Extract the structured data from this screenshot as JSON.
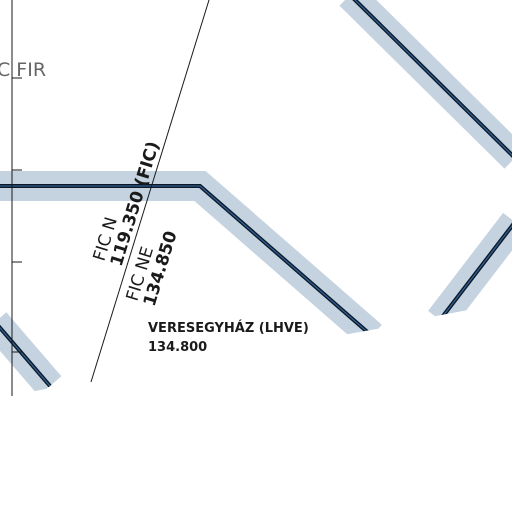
{
  "colors": {
    "background": "#ffffff",
    "route_buffer": "#c5d3e0",
    "route_outline": "#0c1826",
    "route_inner": "#2f5f95",
    "boundary": "#1a1a1a",
    "fir_label": "#666666",
    "text": "#1a1a1a"
  },
  "labels": {
    "fir": "C FIR",
    "sector_north_name": "FIC N",
    "sector_north_freq": "119.350 (FIC)",
    "sector_northeast_name": "FIC NE",
    "sector_northeast_freq": "134.850",
    "airfield_name": "VERESEGYHÁZ (LHVE)",
    "airfield_freq": "134.800"
  }
}
